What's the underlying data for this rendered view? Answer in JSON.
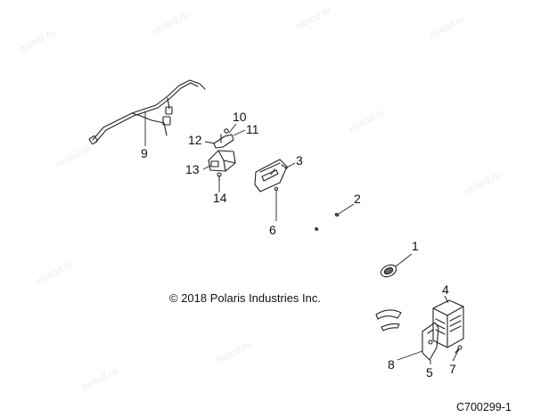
{
  "diagram": {
    "copyright": "© 2018 Polaris Industries Inc.",
    "figure_id": "C700299-1",
    "watermark_text": "motod.ru",
    "callouts": [
      "1",
      "2",
      "3",
      "4",
      "5",
      "6",
      "7",
      "8",
      "9",
      "10",
      "11",
      "12",
      "13",
      "14"
    ]
  }
}
